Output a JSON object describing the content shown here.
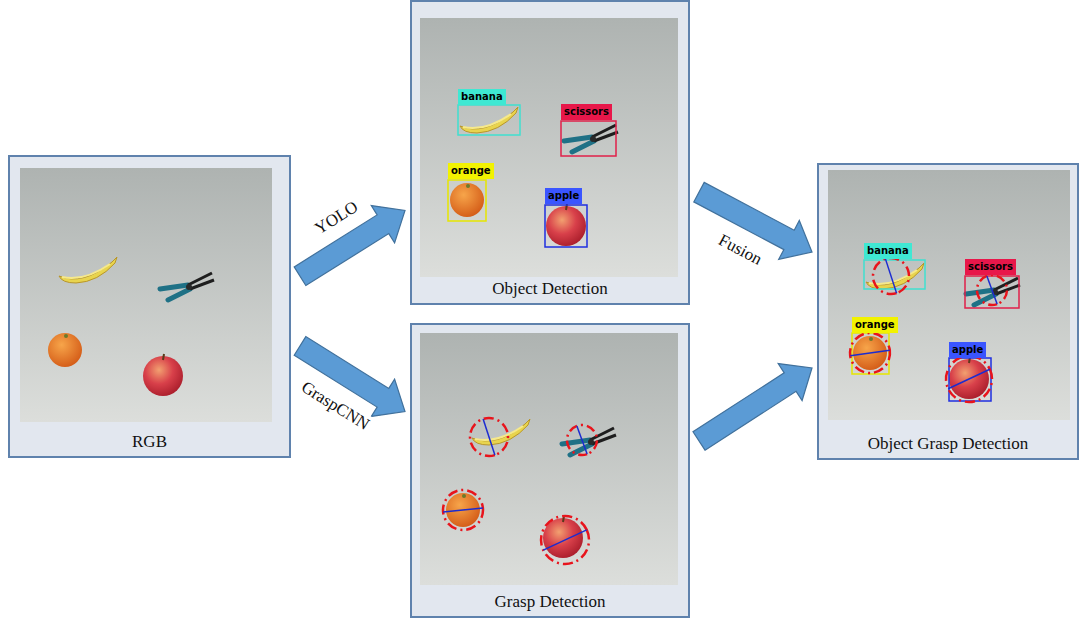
{
  "diagram": {
    "nodes": [
      {
        "text": [
          "RGB"
        ]
      },
      {
        "text": [
          "Object Detection"
        ]
      },
      {
        "text": [
          "Grasp Detection"
        ]
      },
      {
        "text": [
          "Object Grasp Detection"
        ]
      }
    ],
    "edges": [
      {
        "from": 0,
        "to": 1,
        "arrow": "to",
        "label": "YOLO"
      },
      {
        "from": 0,
        "to": 2,
        "arrow": "to",
        "label": "GraspCNN"
      },
      {
        "from": 1,
        "to": 3,
        "arrow": "to",
        "label": "Fusion"
      },
      {
        "from": 2,
        "to": 3,
        "arrow": "to"
      }
    ],
    "labels": [
      "banana",
      "scissors",
      "orange",
      "apple",
      "banana",
      "scissors",
      "orange",
      "apple"
    ]
  }
}
